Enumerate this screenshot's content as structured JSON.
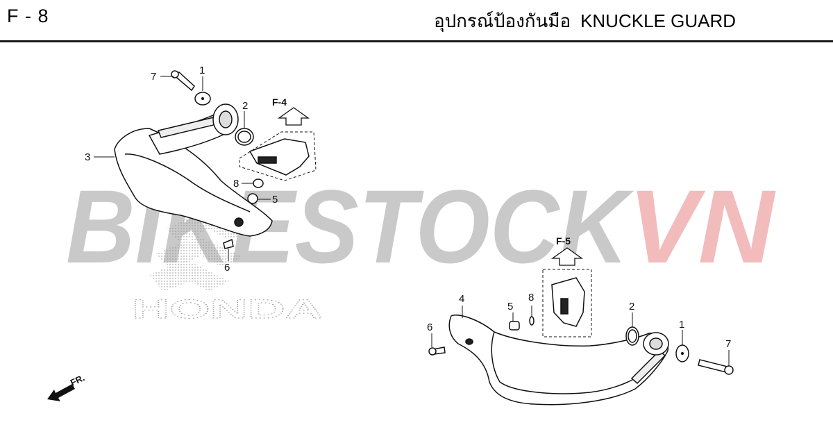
{
  "header": {
    "page_code": "F - 8",
    "title_thai": "อุปกรณ์ป้องกันมือ",
    "title_en": "KNUCKLE GUARD"
  },
  "watermark": {
    "text_main": "BIKESTOCK",
    "text_accent": "VN",
    "main_color": "#c9c9c9",
    "accent_color": "#f2bcbc"
  },
  "brand_mark": {
    "text": "HONDA"
  },
  "direction_indicator": {
    "label": "FR."
  },
  "refs": {
    "upper": "F-4",
    "lower": "F-5"
  },
  "callouts": {
    "upper_1": "1",
    "upper_2": "2",
    "upper_3": "3",
    "upper_5": "5",
    "upper_6": "6",
    "upper_7": "7",
    "upper_8": "8",
    "lower_1": "1",
    "lower_2": "2",
    "lower_4": "4",
    "lower_5": "5",
    "lower_6": "6",
    "lower_7": "7",
    "lower_8": "8"
  }
}
